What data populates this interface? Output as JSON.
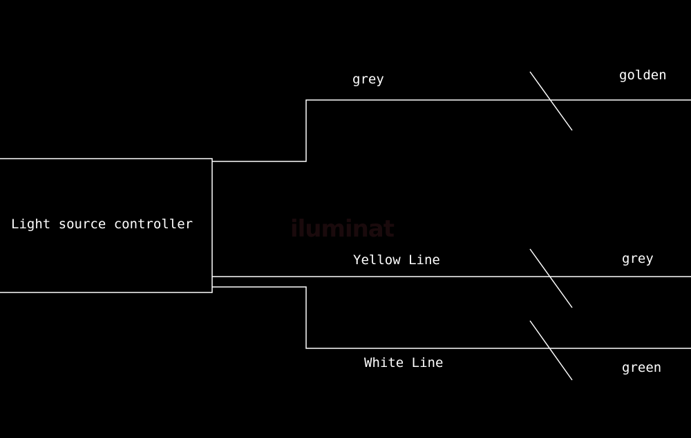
{
  "controller": {
    "label": "Light source controller"
  },
  "wires": [
    {
      "name": "grey",
      "connects_to": "golden"
    },
    {
      "name": "Yellow Line",
      "connects_to": "grey"
    },
    {
      "name": "White Line",
      "connects_to": "green"
    }
  ],
  "watermark": "iluminat",
  "colors": {
    "background": "#000000",
    "line": "#ffffff"
  }
}
